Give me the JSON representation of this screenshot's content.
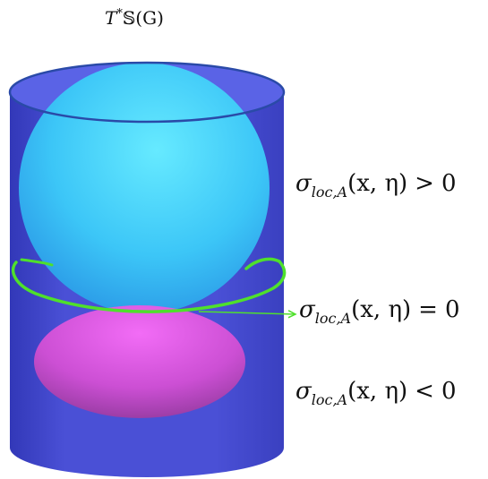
{
  "title": {
    "base": "T",
    "sup": "*",
    "rest": "𝕊(G)"
  },
  "regions": [
    {
      "sigma": "σ",
      "sub": "loc,A",
      "args": "(x, η)",
      "rel": ">",
      "val": "0"
    },
    {
      "sigma": "σ",
      "sub": "loc,A",
      "args": "(x, η)",
      "rel": "=",
      "val": "0"
    },
    {
      "sigma": "σ",
      "sub": "loc,A",
      "args": "(x, η)",
      "rel": "<",
      "val": "0"
    }
  ],
  "colors": {
    "cylinder": "#4a50d6",
    "cylinder_top": "#5a63e6",
    "sphere_light": "#5ee6ff",
    "sphere_dark": "#2ba0ea",
    "ellipsoid_light": "#f060f4",
    "ellipsoid_dark": "#a23cad",
    "zero_level_curve": "#4fe02c",
    "rim": "#2a4aa8"
  }
}
